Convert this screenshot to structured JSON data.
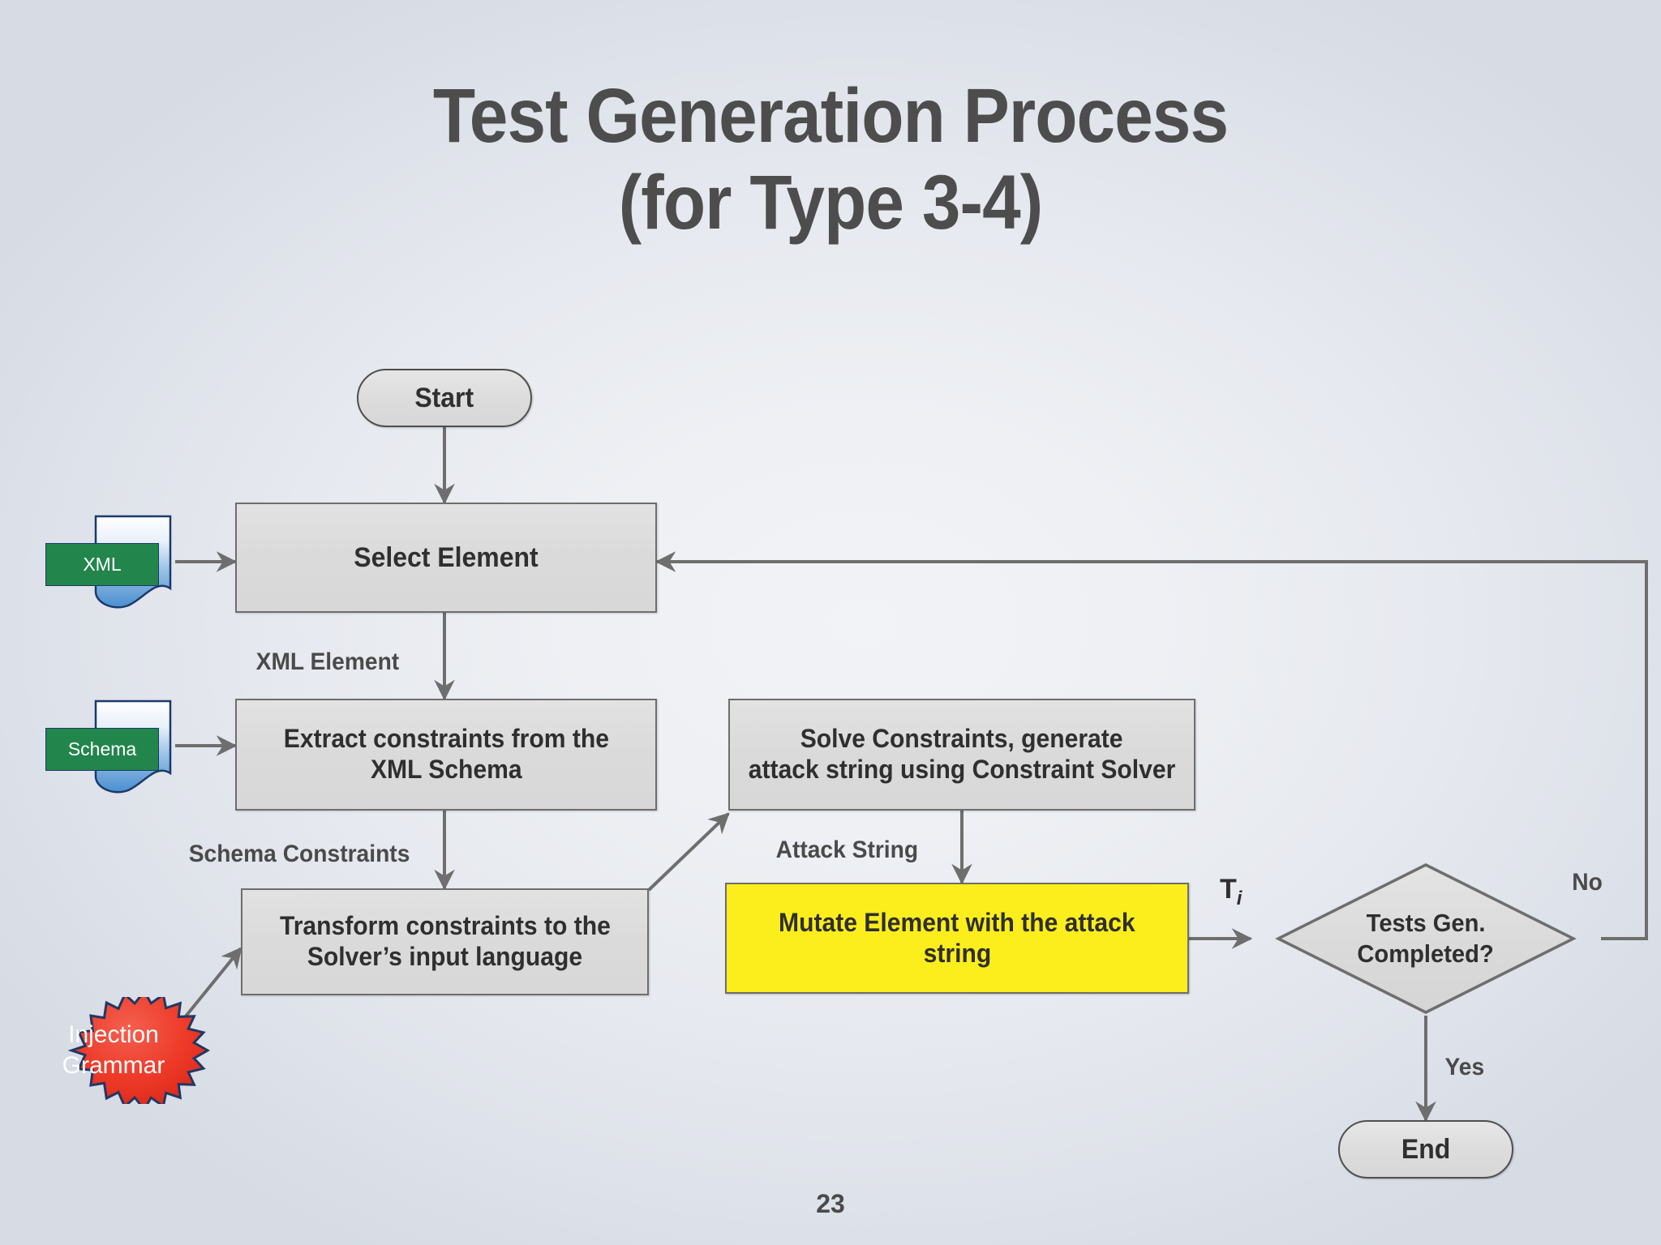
{
  "slide": {
    "title_line_1": "Test Generation Process",
    "title_line_2": "(for Type 3-4)",
    "page_number": "23",
    "colors": {
      "title": "#4d4d4d",
      "node_fill": "#dcdcdc",
      "node_border": "#6e6e6e",
      "highlight": "#fcee1c",
      "doc_green": "#22854b",
      "doc_blue": "#5b9bd5",
      "star_red": "#ee3124",
      "star_border": "#1f3864",
      "connector": "#6e6e6e"
    }
  },
  "flowchart": {
    "type": "flowchart",
    "nodes": [
      {
        "id": "start",
        "shape": "terminator",
        "label": "Start"
      },
      {
        "id": "select",
        "shape": "process",
        "label": "Select Element"
      },
      {
        "id": "extract",
        "shape": "process",
        "label_line_1": "Extract constraints from the",
        "label_line_2": "XML Schema"
      },
      {
        "id": "transform",
        "shape": "process",
        "label_line_1": "Transform constraints to the",
        "label_line_2": "Solver’s input language"
      },
      {
        "id": "solve",
        "shape": "process",
        "label_line_1": "Solve Constraints, generate",
        "label_line_2": "attack string using Constraint Solver"
      },
      {
        "id": "mutate",
        "shape": "process-highlight",
        "label_line_1": "Mutate Element with the attack",
        "label_line_2": "string"
      },
      {
        "id": "decision",
        "shape": "decision",
        "label_line_1": "Tests Gen.",
        "label_line_2": "Completed?"
      },
      {
        "id": "end",
        "shape": "terminator",
        "label": "End"
      }
    ],
    "data_objects": [
      {
        "id": "xml-doc",
        "icon": "document-icon",
        "label": "XML"
      },
      {
        "id": "schema-doc",
        "icon": "document-icon",
        "label": "Schema"
      },
      {
        "id": "injection",
        "icon": "starburst-icon",
        "label_line_1": "Injection",
        "label_line_2": "Grammar"
      }
    ],
    "edges": [
      {
        "from": "start",
        "to": "select",
        "label": ""
      },
      {
        "from": "xml-doc",
        "to": "select",
        "label": ""
      },
      {
        "from": "select",
        "to": "extract",
        "label": "XML Element"
      },
      {
        "from": "schema-doc",
        "to": "extract",
        "label": ""
      },
      {
        "from": "extract",
        "to": "transform",
        "label": "Schema Constraints"
      },
      {
        "from": "injection",
        "to": "transform",
        "label": ""
      },
      {
        "from": "transform",
        "to": "solve",
        "label": ""
      },
      {
        "from": "solve",
        "to": "mutate",
        "label": "Attack String"
      },
      {
        "from": "mutate",
        "to": "decision",
        "label": "T_i",
        "label_base": "T",
        "label_sub": "i"
      },
      {
        "from": "decision",
        "to": "select",
        "label": "No"
      },
      {
        "from": "decision",
        "to": "end",
        "label": "Yes"
      }
    ]
  }
}
